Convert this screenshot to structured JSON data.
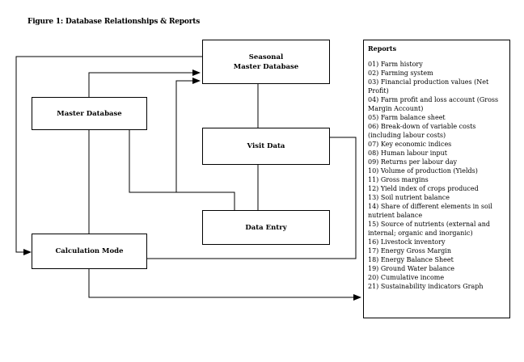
{
  "title": "Figure 1: Database Relationships & Reports",
  "nodes": {
    "seasonal_master_database": "Seasonal\nMaster Database",
    "master_database": "Master Database",
    "visit_data": "Visit Data",
    "data_entry": "Data Entry",
    "calculation_mode": "Calculation Mode"
  },
  "reports": {
    "title": "Reports",
    "items": [
      "01) Farm history",
      "02) Farming system",
      "03) Financial production values (Net Profit)",
      "04) Farm profit and loss account (Gross Margin Account)",
      "05) Farm balance sheet",
      "06) Break-down of variable costs (including labour costs)",
      "07) Key economic indices",
      "08) Human labour input",
      "09) Returns per labour day",
      "10) Volume of production (Yields)",
      "11) Gross margins",
      "12) Yield index of crops produced",
      "13) Soil nutrient balance",
      "14) Share of different elements in soil nutrient balance",
      "15) Source of nutrients (external and internal; organic and inorganic)",
      "16) Livestock inventory",
      "17) Energy Gross Margin",
      "18) Energy Balance Sheet",
      "19) Ground Water balance",
      "20) Cumulative income",
      "21) Sustainability indicators Graph"
    ]
  }
}
